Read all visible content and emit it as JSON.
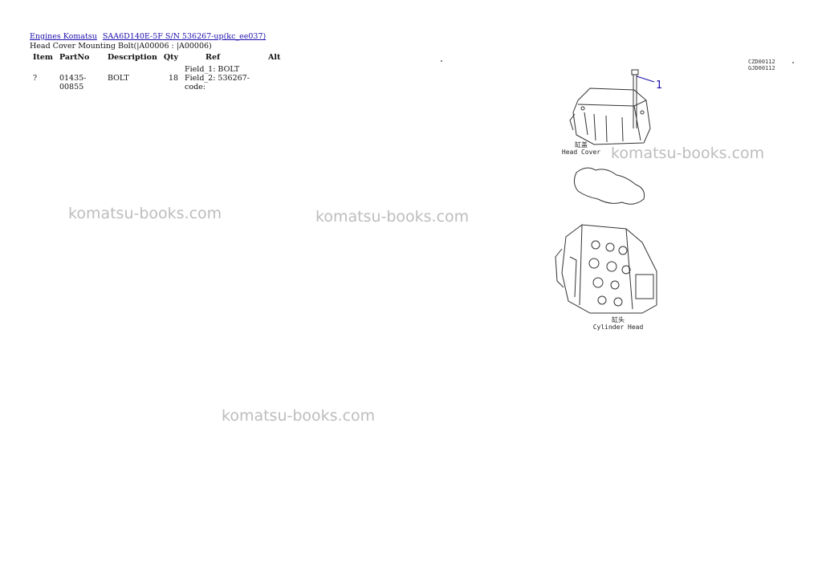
{
  "breadcrumb": {
    "links": [
      "Engines Komatsu",
      "SAA6D140E-5F S/N 536267-up(kc_ee037)"
    ]
  },
  "subtitle": "Head Cover Mounting Bolt(|A00006 : |A00006)",
  "table": {
    "headers": [
      "Item",
      "PartNo",
      "Description",
      "Qty",
      "Ref",
      "Alt"
    ],
    "rows": [
      {
        "item": "?",
        "partno": "01435-00855",
        "description": "BOLT",
        "qty": "18",
        "ref_lines": [
          "Field_1: BOLT",
          "Field_2: 536267-",
          "code:"
        ],
        "alt": ""
      }
    ]
  },
  "diagram": {
    "drawing_code": [
      "CZD00112",
      "GJD00112"
    ],
    "callout_number": "1",
    "head_cover_label_cn": "缸盖",
    "head_cover_label": "Head Cover",
    "cylinder_head_label_cn": "缸头",
    "cylinder_head_label": "Cylinder Head"
  },
  "watermark": "komatsu-books.com"
}
